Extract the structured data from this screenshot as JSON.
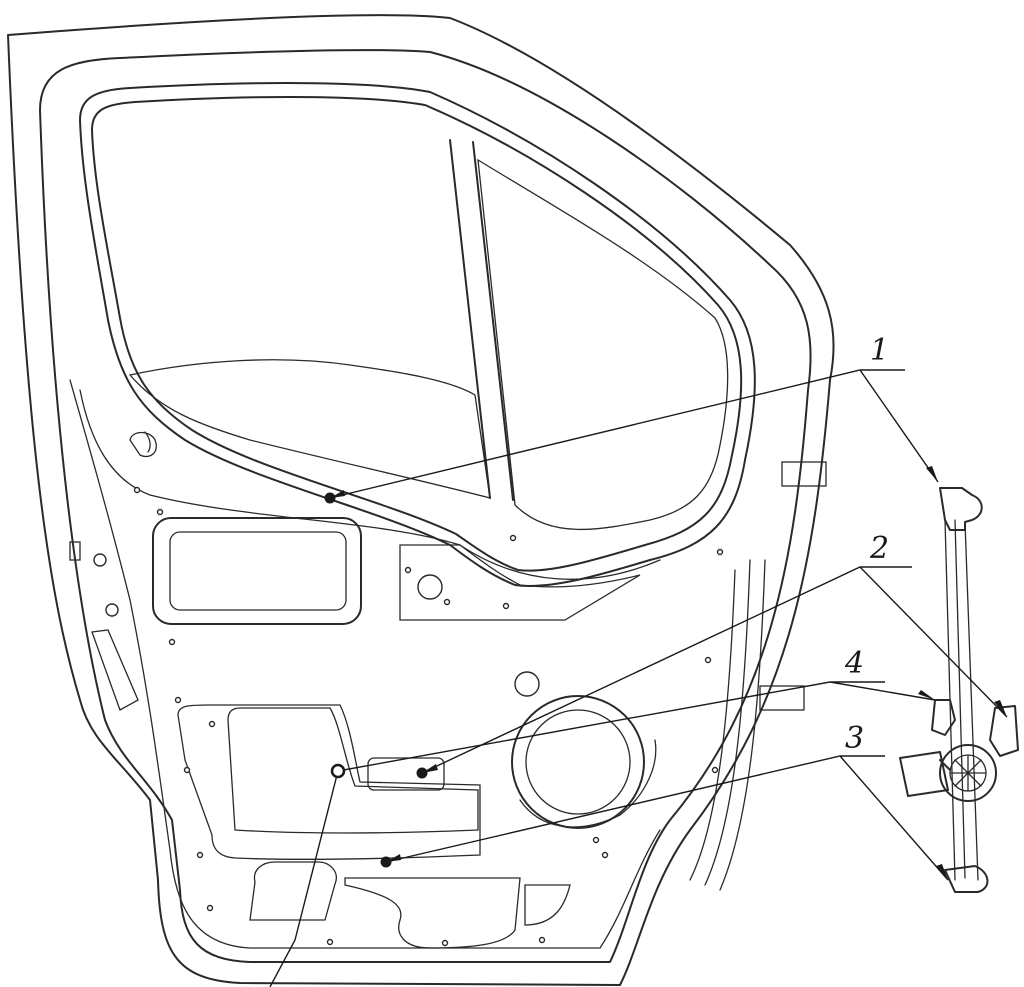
{
  "figure": {
    "callouts": [
      {
        "id": "c1",
        "label": "1"
      },
      {
        "id": "c2",
        "label": "2"
      },
      {
        "id": "c3",
        "label": "3"
      },
      {
        "id": "c4",
        "label": "4"
      }
    ]
  },
  "colors": {
    "line": "#2a2a2a",
    "background": "#ffffff",
    "hatch": "#3a3a3a"
  }
}
